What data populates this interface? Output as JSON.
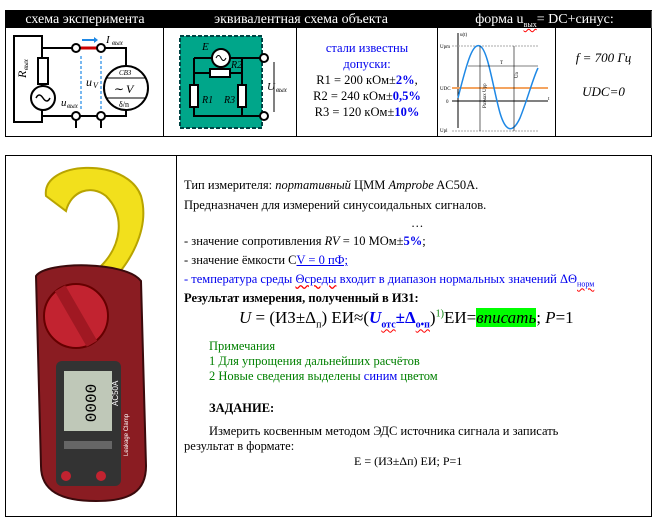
{
  "top_table": {
    "headers": [
      "схема эксперимента",
      "эквивалентная схема объекта",
      "форма u",
      "вых",
      "= DC+синус:"
    ],
    "experiment": {
      "r_label": "R",
      "r_sub": "вых",
      "i_label": "I",
      "i_sub": "вых",
      "u_label": "u",
      "u_sub": "вых",
      "uv_label": "u",
      "uv_sub": "V",
      "meter_top": "СВЗ",
      "meter_v": "∼ V",
      "meter_bottom": "δ/n"
    },
    "equivalent": {
      "e": "E",
      "r1": "R1",
      "r2": "R2",
      "r3": "R3",
      "uout": "U",
      "uout_sub": "вых"
    },
    "tolerances": {
      "title1": "стали известны",
      "title2": "допуски:",
      "r1": "R1 = 200 кОм±",
      "r1_tol": "2%",
      "r2": "R2 = 240 кОм±",
      "r2_tol": "0,5%",
      "r3": "R3 = 120 кОм±",
      "r3_tol": "10%"
    },
    "waveform": {
      "y_label": "u(t)",
      "upm": "Upm",
      "udc": "UDC",
      "zero": "0",
      "upl": "Upl",
      "t_period": "T",
      "t_axis": "t",
      "swing": "Размах Upp",
      "ua": "Ua"
    },
    "params": {
      "f": "f = 700 Гц",
      "udc": "UDC=0"
    }
  },
  "meter": {
    "brand": "AC50A",
    "model_label": "Leakage Clamp",
    "display": "0000"
  },
  "text": {
    "line1_a": "Тип измерителя: ",
    "line1_b": "портативный",
    "line1_c": " ЦММ ",
    "line1_d": "Amprobe",
    "line1_e": " AC50A.",
    "line2": "Предназначен для измерений синусоидальных сигналов.",
    "ellipsis": "…",
    "line3_a": "- значение сопротивления ",
    "line3_b": "RV",
    "line3_c": " = 10 МОм±",
    "line3_d": "5%",
    "line3_e": ";",
    "line4_a": "- значение ёмкости С",
    "line4_b": "V = 0 пФ;",
    "line5_a": "- температура среды ",
    "line5_b": "Θсреды",
    "line5_c": " входит в диапазон нормальных значений ΔΘ",
    "line5_d": "норм",
    "result_title": "Результат измерения, полученный в ИЗ1:",
    "formula_a": "U",
    "formula_b": " = (ИЗ±Δ",
    "formula_c": "п",
    "formula_d": ") ЕИ≈(",
    "formula_e": "U",
    "formula_f": "отс",
    "formula_g": "±Δ",
    "formula_h": "о•п",
    "formula_i": ")",
    "formula_j": "1)",
    "formula_k": "ЕИ=",
    "formula_l": "вписать",
    "formula_m": "; ",
    "formula_n": "P",
    "formula_o": "=1",
    "notes_title": "Примечания",
    "note1": "1 Для упрощения дальнейших расчётов",
    "note2_a": "2 Новые сведения выделены ",
    "note2_b": "синим",
    "note2_c": " цветом",
    "task_title": "ЗАДАНИЕ:",
    "task1": "Измерить косвенным методом ЭДС источника сигнала и записать",
    "task2": "результат в формате:",
    "task_formula": "E = (ИЗ±Δп) ЕИ; P=1"
  }
}
